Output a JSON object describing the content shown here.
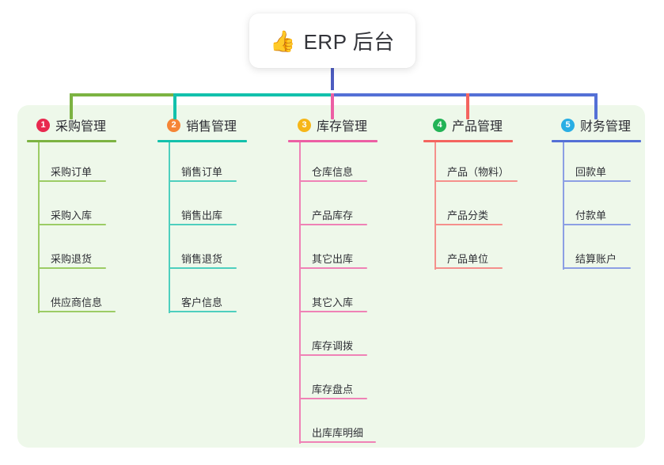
{
  "title": {
    "icon": "thumbs-up-emoji",
    "emoji": "👍",
    "text": "ERP 后台"
  },
  "colors": {
    "panel_bg": "#eef8ea",
    "stem": "#4d5cc0",
    "green": "#7cb342",
    "teal": "#13c1ac",
    "pink": "#ec5fa4",
    "red": "#f4645f",
    "blue": "#5470d6",
    "badge_1": "#e8294f",
    "badge_2": "#f58536",
    "badge_3": "#f6b618",
    "badge_4": "#22b356",
    "badge_5": "#29aee4"
  },
  "columns": [
    {
      "index": "1",
      "badge_color": "#e8294f",
      "line_color": "#7cb342",
      "title": "采购管理",
      "items": [
        "采购订单",
        "采购入库",
        "采购退货",
        "供应商信息"
      ]
    },
    {
      "index": "2",
      "badge_color": "#f58536",
      "line_color": "#13c1ac",
      "title": "销售管理",
      "items": [
        "销售订单",
        "销售出库",
        "销售退货",
        "客户信息"
      ]
    },
    {
      "index": "3",
      "badge_color": "#f6b618",
      "line_color": "#ec5fa4",
      "title": "库存管理",
      "items": [
        "仓库信息",
        "产品库存",
        "其它出库",
        "其它入库",
        "库存调拨",
        "库存盘点",
        "出库库明细"
      ]
    },
    {
      "index": "4",
      "badge_color": "#22b356",
      "line_color": "#f4645f",
      "title": "产品管理",
      "items": [
        "产品（物料）",
        "产品分类",
        "产品单位"
      ]
    },
    {
      "index": "5",
      "badge_color": "#29aee4",
      "line_color": "#5470d6",
      "title": "财务管理",
      "items": [
        "回款单",
        "付款单",
        "结算账户"
      ]
    }
  ]
}
